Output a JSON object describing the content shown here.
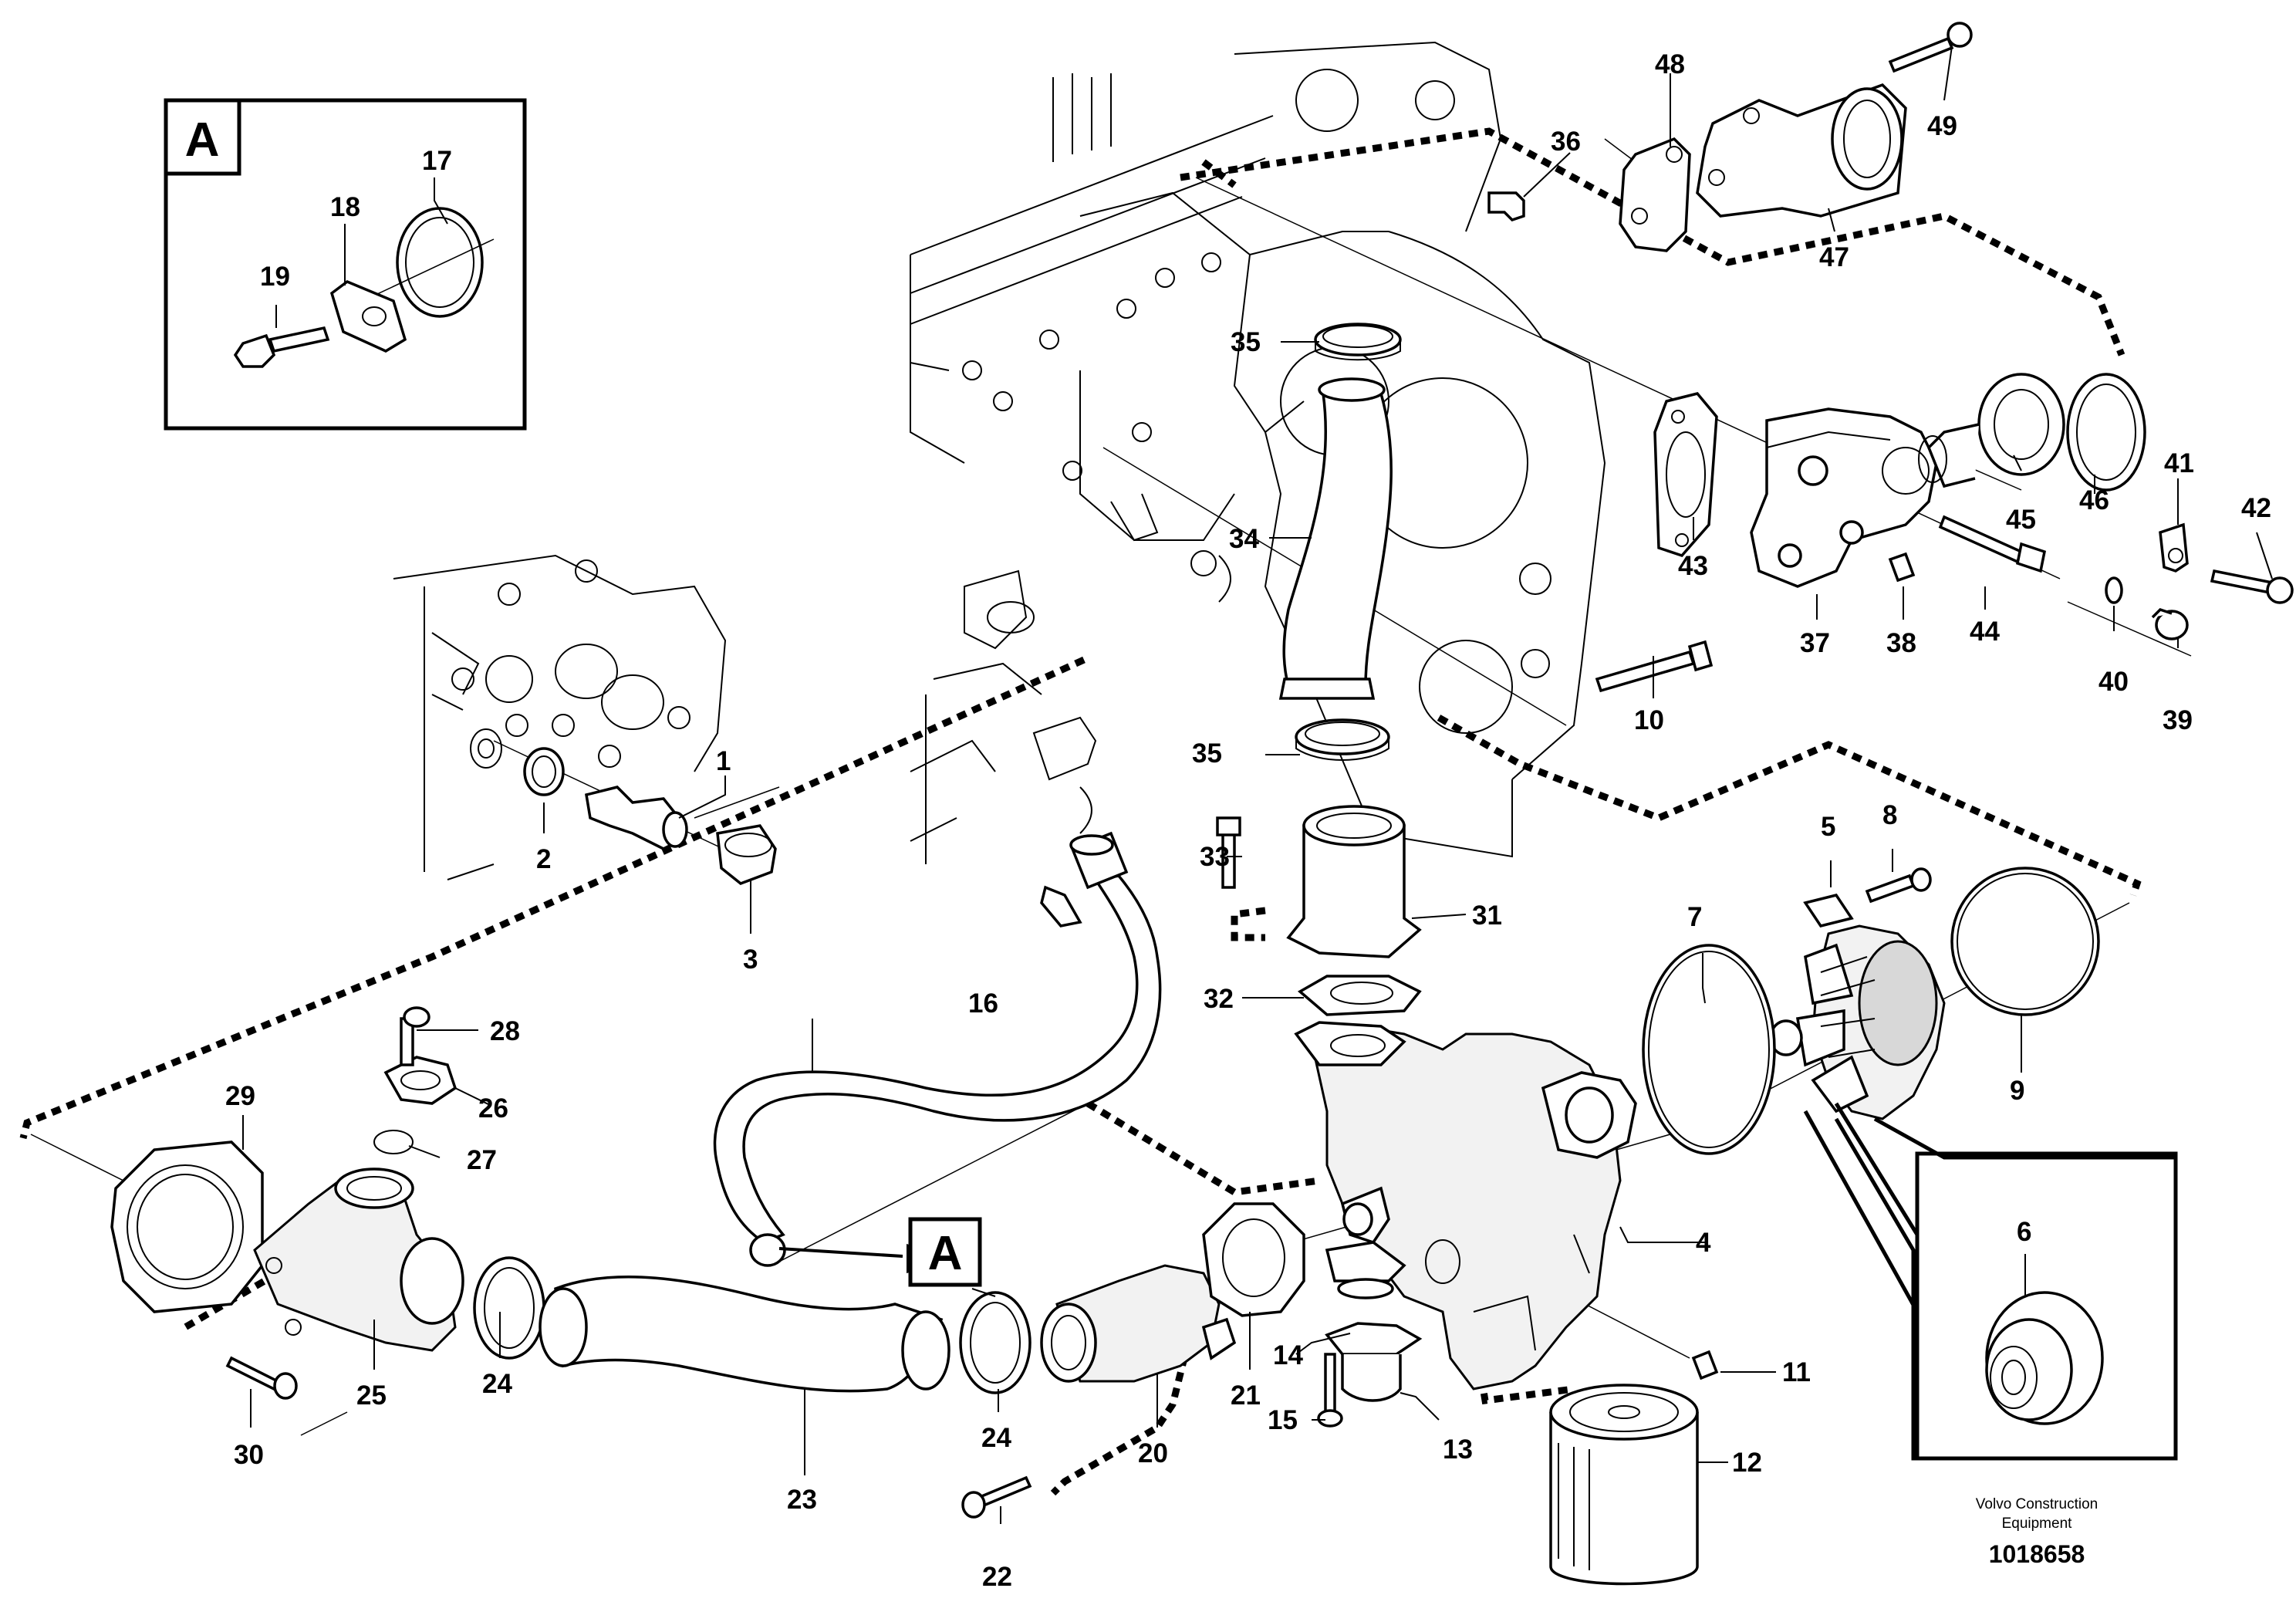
{
  "inset_a": {
    "letter": "A",
    "labels": [
      "17",
      "18",
      "19"
    ]
  },
  "callout_a": {
    "letter": "A"
  },
  "part_labels": {
    "p1": "1",
    "p2": "2",
    "p3": "3",
    "p4": "4",
    "p5": "5",
    "p6": "6",
    "p7": "7",
    "p8": "8",
    "p9": "9",
    "p10": "10",
    "p11": "11",
    "p12": "12",
    "p13": "13",
    "p14": "14",
    "p15": "15",
    "p16": "16",
    "p17": "17",
    "p18": "18",
    "p19": "19",
    "p20": "20",
    "p21": "21",
    "p22": "22",
    "p23": "23",
    "p24a": "24",
    "p24b": "24",
    "p25": "25",
    "p26": "26",
    "p27": "27",
    "p28": "28",
    "p29": "29",
    "p30": "30",
    "p31": "31",
    "p32": "32",
    "p33": "33",
    "p34": "34",
    "p35a": "35",
    "p35b": "35",
    "p36": "36",
    "p37": "37",
    "p38": "38",
    "p39": "39",
    "p40": "40",
    "p41": "41",
    "p42": "42",
    "p43": "43",
    "p44": "44",
    "p45": "45",
    "p46": "46",
    "p47": "47",
    "p48": "48",
    "p49": "49"
  },
  "footer": {
    "brand_line1": "Volvo Construction",
    "brand_line2": "Equipment",
    "ref_number": "1018658"
  }
}
